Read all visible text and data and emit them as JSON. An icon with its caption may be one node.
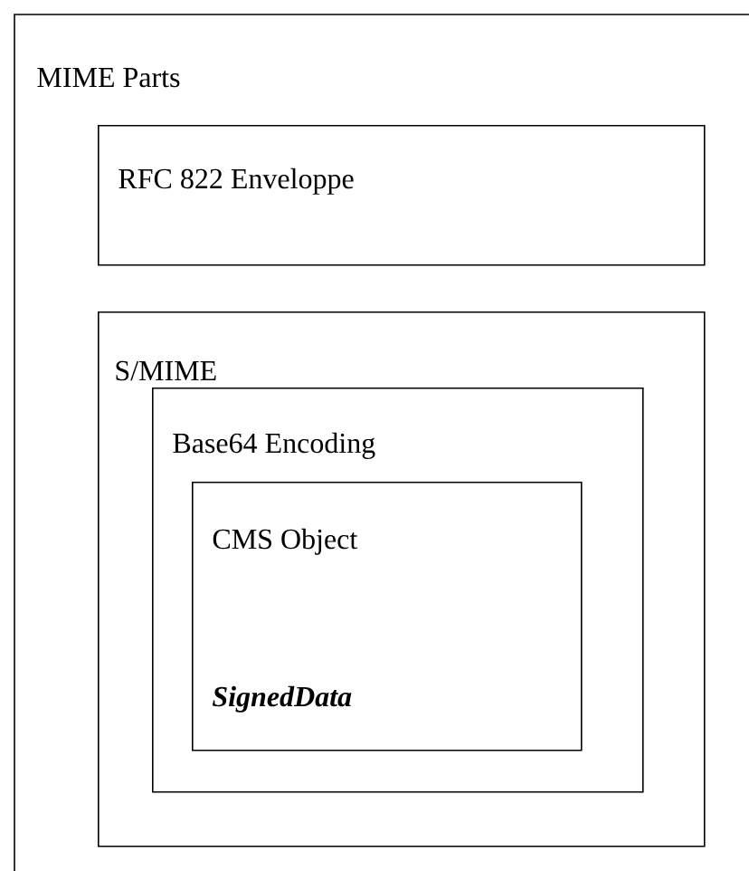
{
  "diagram": {
    "nodes": [
      {
        "text": [
          "MIME Parts"
        ]
      },
      {
        "text": [
          "RFC 822 Enveloppe"
        ],
        "in": 0
      },
      {
        "text": [
          "S/MIME"
        ],
        "in": 0
      },
      {
        "text": [
          "Base64 Encoding"
        ],
        "in": 2
      },
      {
        "text": [
          "CMS Object",
          "SignedData"
        ],
        "in": 3
      }
    ]
  }
}
